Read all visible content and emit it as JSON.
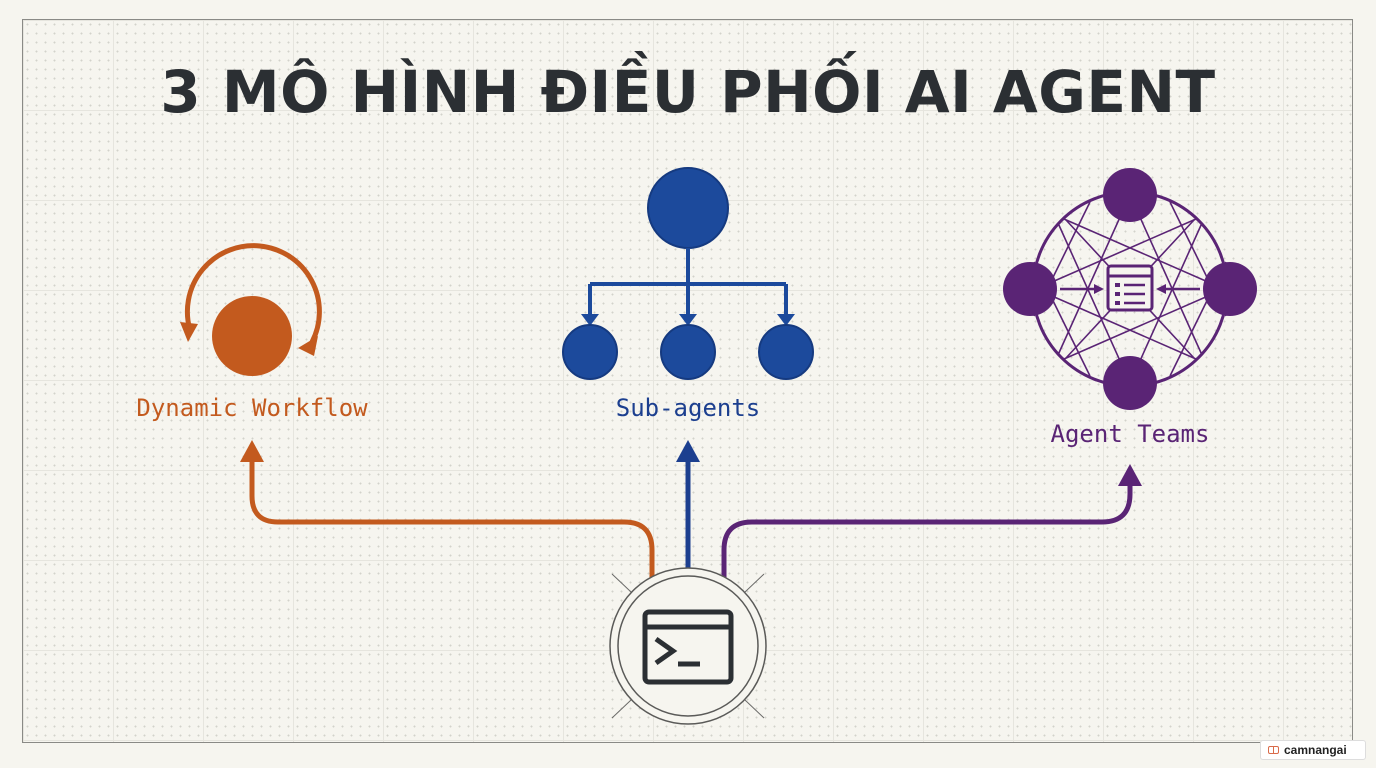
{
  "title": "3 MÔ HÌNH ĐIỀU PHỐI AI AGENT",
  "nodes": [
    {
      "id": "dynamic-workflow",
      "label": "Dynamic Workflow",
      "color": "#c35a1e",
      "icon": "cycle-icon"
    },
    {
      "id": "sub-agents",
      "label": "Sub-agents",
      "color": "#1c3f8f",
      "icon": "hierarchy-tree-icon"
    },
    {
      "id": "agent-teams",
      "label": "Agent Teams",
      "color": "#5a2475",
      "icon": "mesh-network-icon"
    }
  ],
  "hub": {
    "icon": "terminal-window-icon",
    "color": "#2b2f33"
  },
  "watermark": "camnangai"
}
